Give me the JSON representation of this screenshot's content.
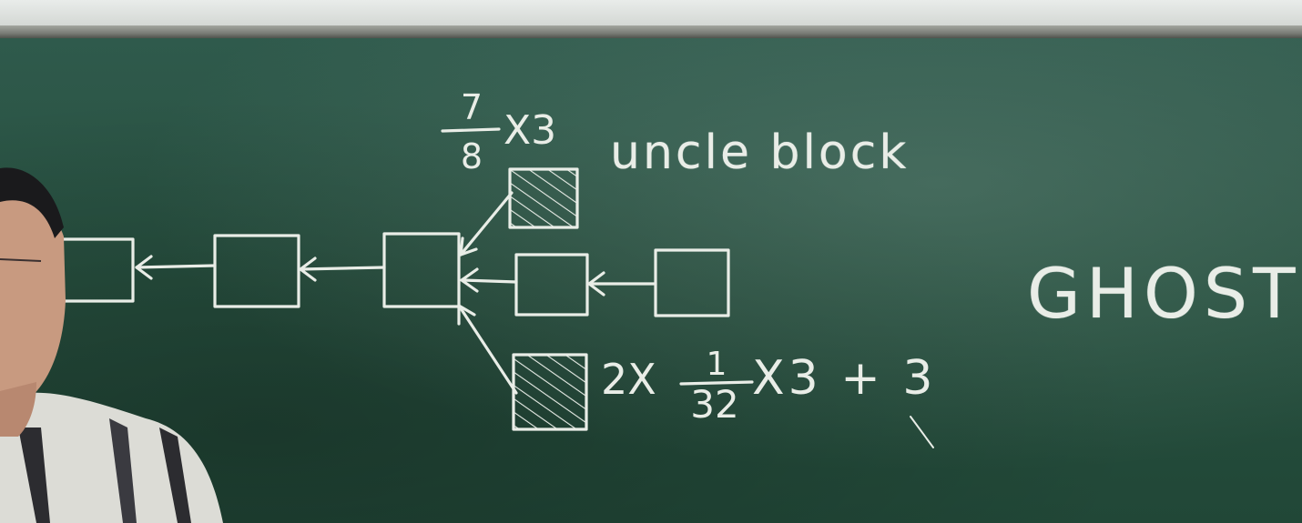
{
  "uncle_label": "uncle block",
  "ghost_label": "GHOST",
  "reward_top": {
    "numerator": "7",
    "denominator": "8",
    "multiplier": "X3"
  },
  "reward_bottom": {
    "prefix": "2X",
    "numerator": "1",
    "denominator": "32",
    "suffix": "X3 + 3"
  },
  "colors": {
    "chalkboard": "#27503f",
    "chalk": "#e9ede7"
  }
}
